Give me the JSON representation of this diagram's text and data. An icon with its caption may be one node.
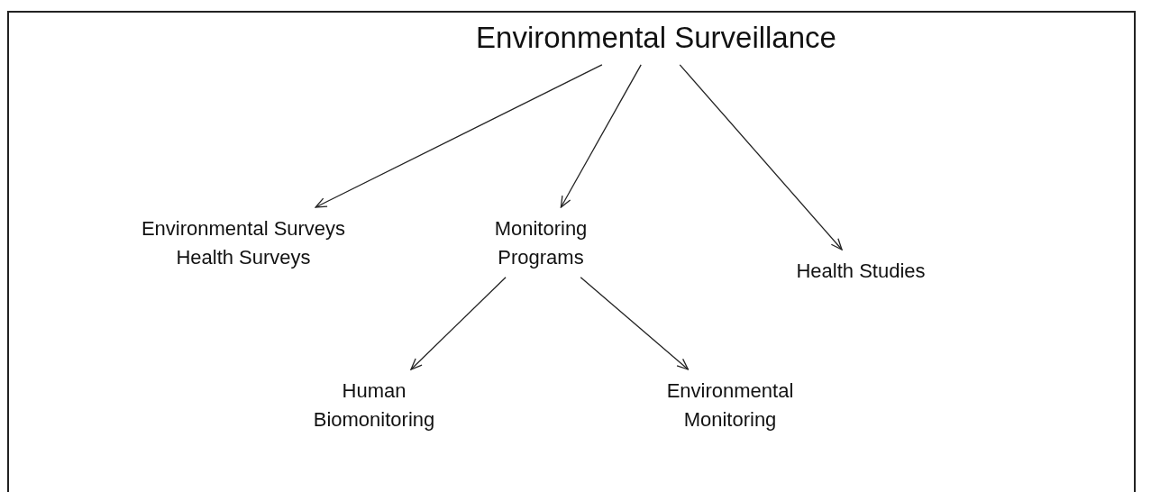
{
  "diagram": {
    "nodes": [
      {
        "text": [
          "Environmental Surveillance"
        ]
      },
      {
        "text": [
          "Environmental Surveys",
          "Health Surveys"
        ]
      },
      {
        "text": [
          "Monitoring Programs"
        ]
      },
      {
        "text": [
          "Health Studies"
        ]
      },
      {
        "text": [
          "Human Biomonitoring"
        ]
      },
      {
        "text": [
          "Environmental Monitoring"
        ]
      }
    ],
    "edges": [
      {
        "from": 0,
        "to": 1,
        "arrow": "to"
      },
      {
        "from": 0,
        "to": 2,
        "arrow": "to"
      },
      {
        "from": 0,
        "to": 3,
        "arrow": "to"
      },
      {
        "from": 2,
        "to": 4,
        "arrow": "to"
      },
      {
        "from": 2,
        "to": 5,
        "arrow": "to"
      }
    ]
  }
}
